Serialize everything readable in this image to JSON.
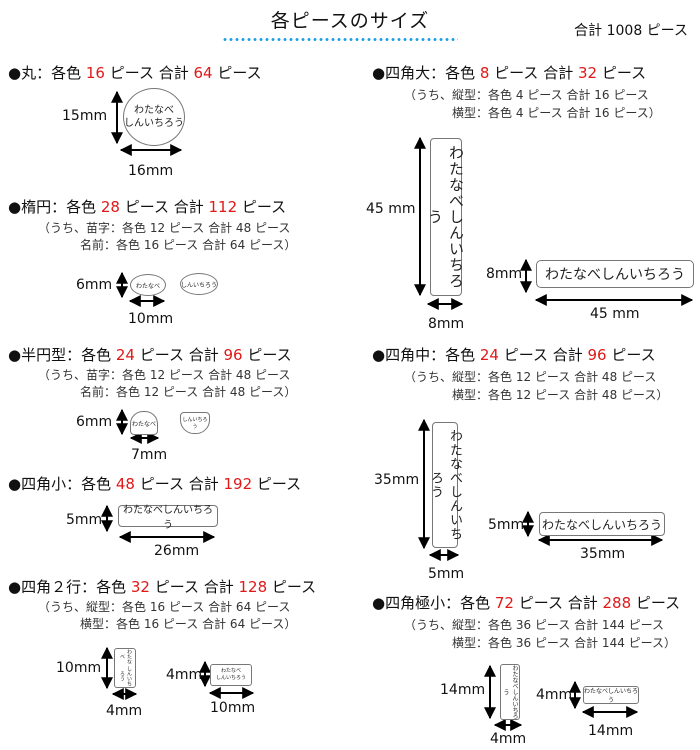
{
  "header": {
    "title": "各ピースのサイズ",
    "total": "合計 1008 ピース"
  },
  "label_text": "わたなべしんいちろう",
  "label_text_short": "わたなべ",
  "label_text_rest": "しんいちろう",
  "sections": {
    "maru": {
      "prefix": "●丸：各色 ",
      "per": "16",
      "mid": " ピース 合計 ",
      "total": "64",
      "suffix": " ピース",
      "h": "15mm",
      "w": "16mm"
    },
    "daen": {
      "prefix": "●楕円：各色 ",
      "per": "28",
      "mid": " ピース 合計 ",
      "total": "112",
      "suffix": " ピース",
      "sub1": "（うち、苗字：各色 12 ピース 合計 48 ピース",
      "sub2": "名前：各色 16 ピース 合計 64 ピース）",
      "h": "6mm",
      "w": "10mm"
    },
    "hanen": {
      "prefix": "●半円型：各色 ",
      "per": "24",
      "mid": " ピース 合計 ",
      "total": "96",
      "suffix": " ピース",
      "sub1": "（うち、苗字：各色 12 ピース 合計 48 ピース",
      "sub2": "名前：各色 12 ピース 合計 48 ピース）",
      "h": "6mm",
      "w": "7mm"
    },
    "shikaku_sho": {
      "prefix": "●四角小：各色 ",
      "per": "48",
      "mid": " ピース 合計 ",
      "total": "192",
      "suffix": " ピース",
      "h": "5mm",
      "w": "26mm"
    },
    "shikaku_2": {
      "prefix": "●四角２行：各色 ",
      "per": "32",
      "mid": " ピース 合計 ",
      "total": "128",
      "suffix": " ピース",
      "sub1": "（うち、縦型：各色 16 ピース 合計 64 ピース",
      "sub2": "横型：各色 16 ピース 合計 64 ピース）",
      "v_h": "10mm",
      "v_w": "4mm",
      "h_h": "4mm",
      "h_w": "10mm"
    },
    "shikaku_dai": {
      "prefix": "●四角大：各色 ",
      "per": "8",
      "mid": " ピース 合計 ",
      "total": "32",
      "suffix": " ピース",
      "sub1": "（うち、縦型：各色 4 ピース 合計 16 ピース",
      "sub2": "横型：各色 4 ピース 合計 16 ピース）",
      "v_h": "45 mm",
      "v_w": "8mm",
      "h_h": "8mm",
      "h_w": "45 mm"
    },
    "shikaku_chu": {
      "prefix": "●四角中：各色 ",
      "per": "24",
      "mid": " ピース 合計 ",
      "total": "96",
      "suffix": " ピース",
      "sub1": "（うち、縦型：各色 12 ピース 合計 48 ピース",
      "sub2": "横型：各色 12 ピース 合計 48 ピース）",
      "v_h": "35mm",
      "v_w": "5mm",
      "h_h": "5mm",
      "h_w": "35mm"
    },
    "shikaku_goku": {
      "prefix": "●四角極小：各色 ",
      "per": "72",
      "mid": " ピース 合計 ",
      "total": "288",
      "suffix": " ピース",
      "sub1": "（うち、縦型：各色 36 ピース 合計 144 ピース",
      "sub2": "横型：各色 36 ピース 合計 144 ピース）",
      "v_h": "14mm",
      "v_w": "4mm",
      "h_h": "4mm",
      "h_w": "14mm"
    }
  },
  "colors": {
    "accent_red": "#e01818",
    "dots_blue": "#1ea0e6"
  }
}
